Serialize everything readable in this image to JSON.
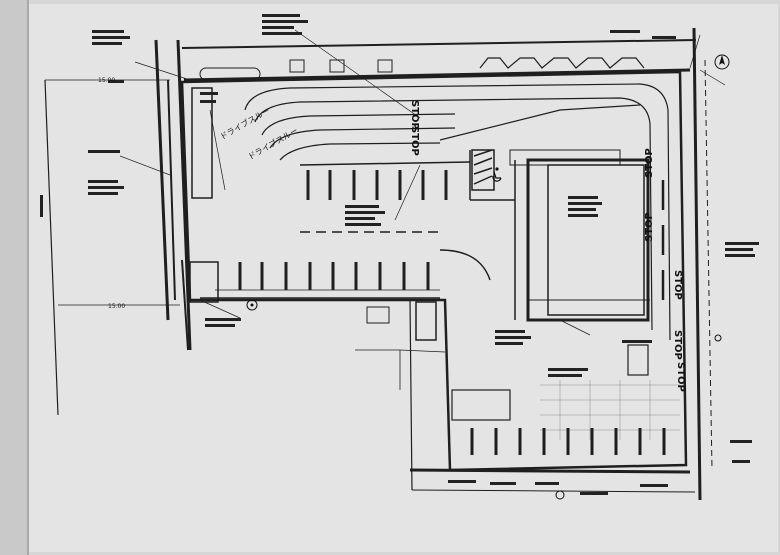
{
  "plan": {
    "stop_markings": [
      "STOP",
      "STOP",
      "STOP",
      "STOP",
      "STOP",
      "STOP",
      "STOP"
    ],
    "drive_through_labels": [
      "ドライブスルー",
      "ドライブスルー"
    ],
    "dimensions": [
      "15.00",
      "15.00"
    ],
    "colors": {
      "paper": "#e4e4e4",
      "ink": "#1f1f1f",
      "edge": "#bdbdbd"
    },
    "icons": [
      "north-arrow-icon",
      "wheelchair-parking-icon",
      "tree-icon"
    ]
  }
}
